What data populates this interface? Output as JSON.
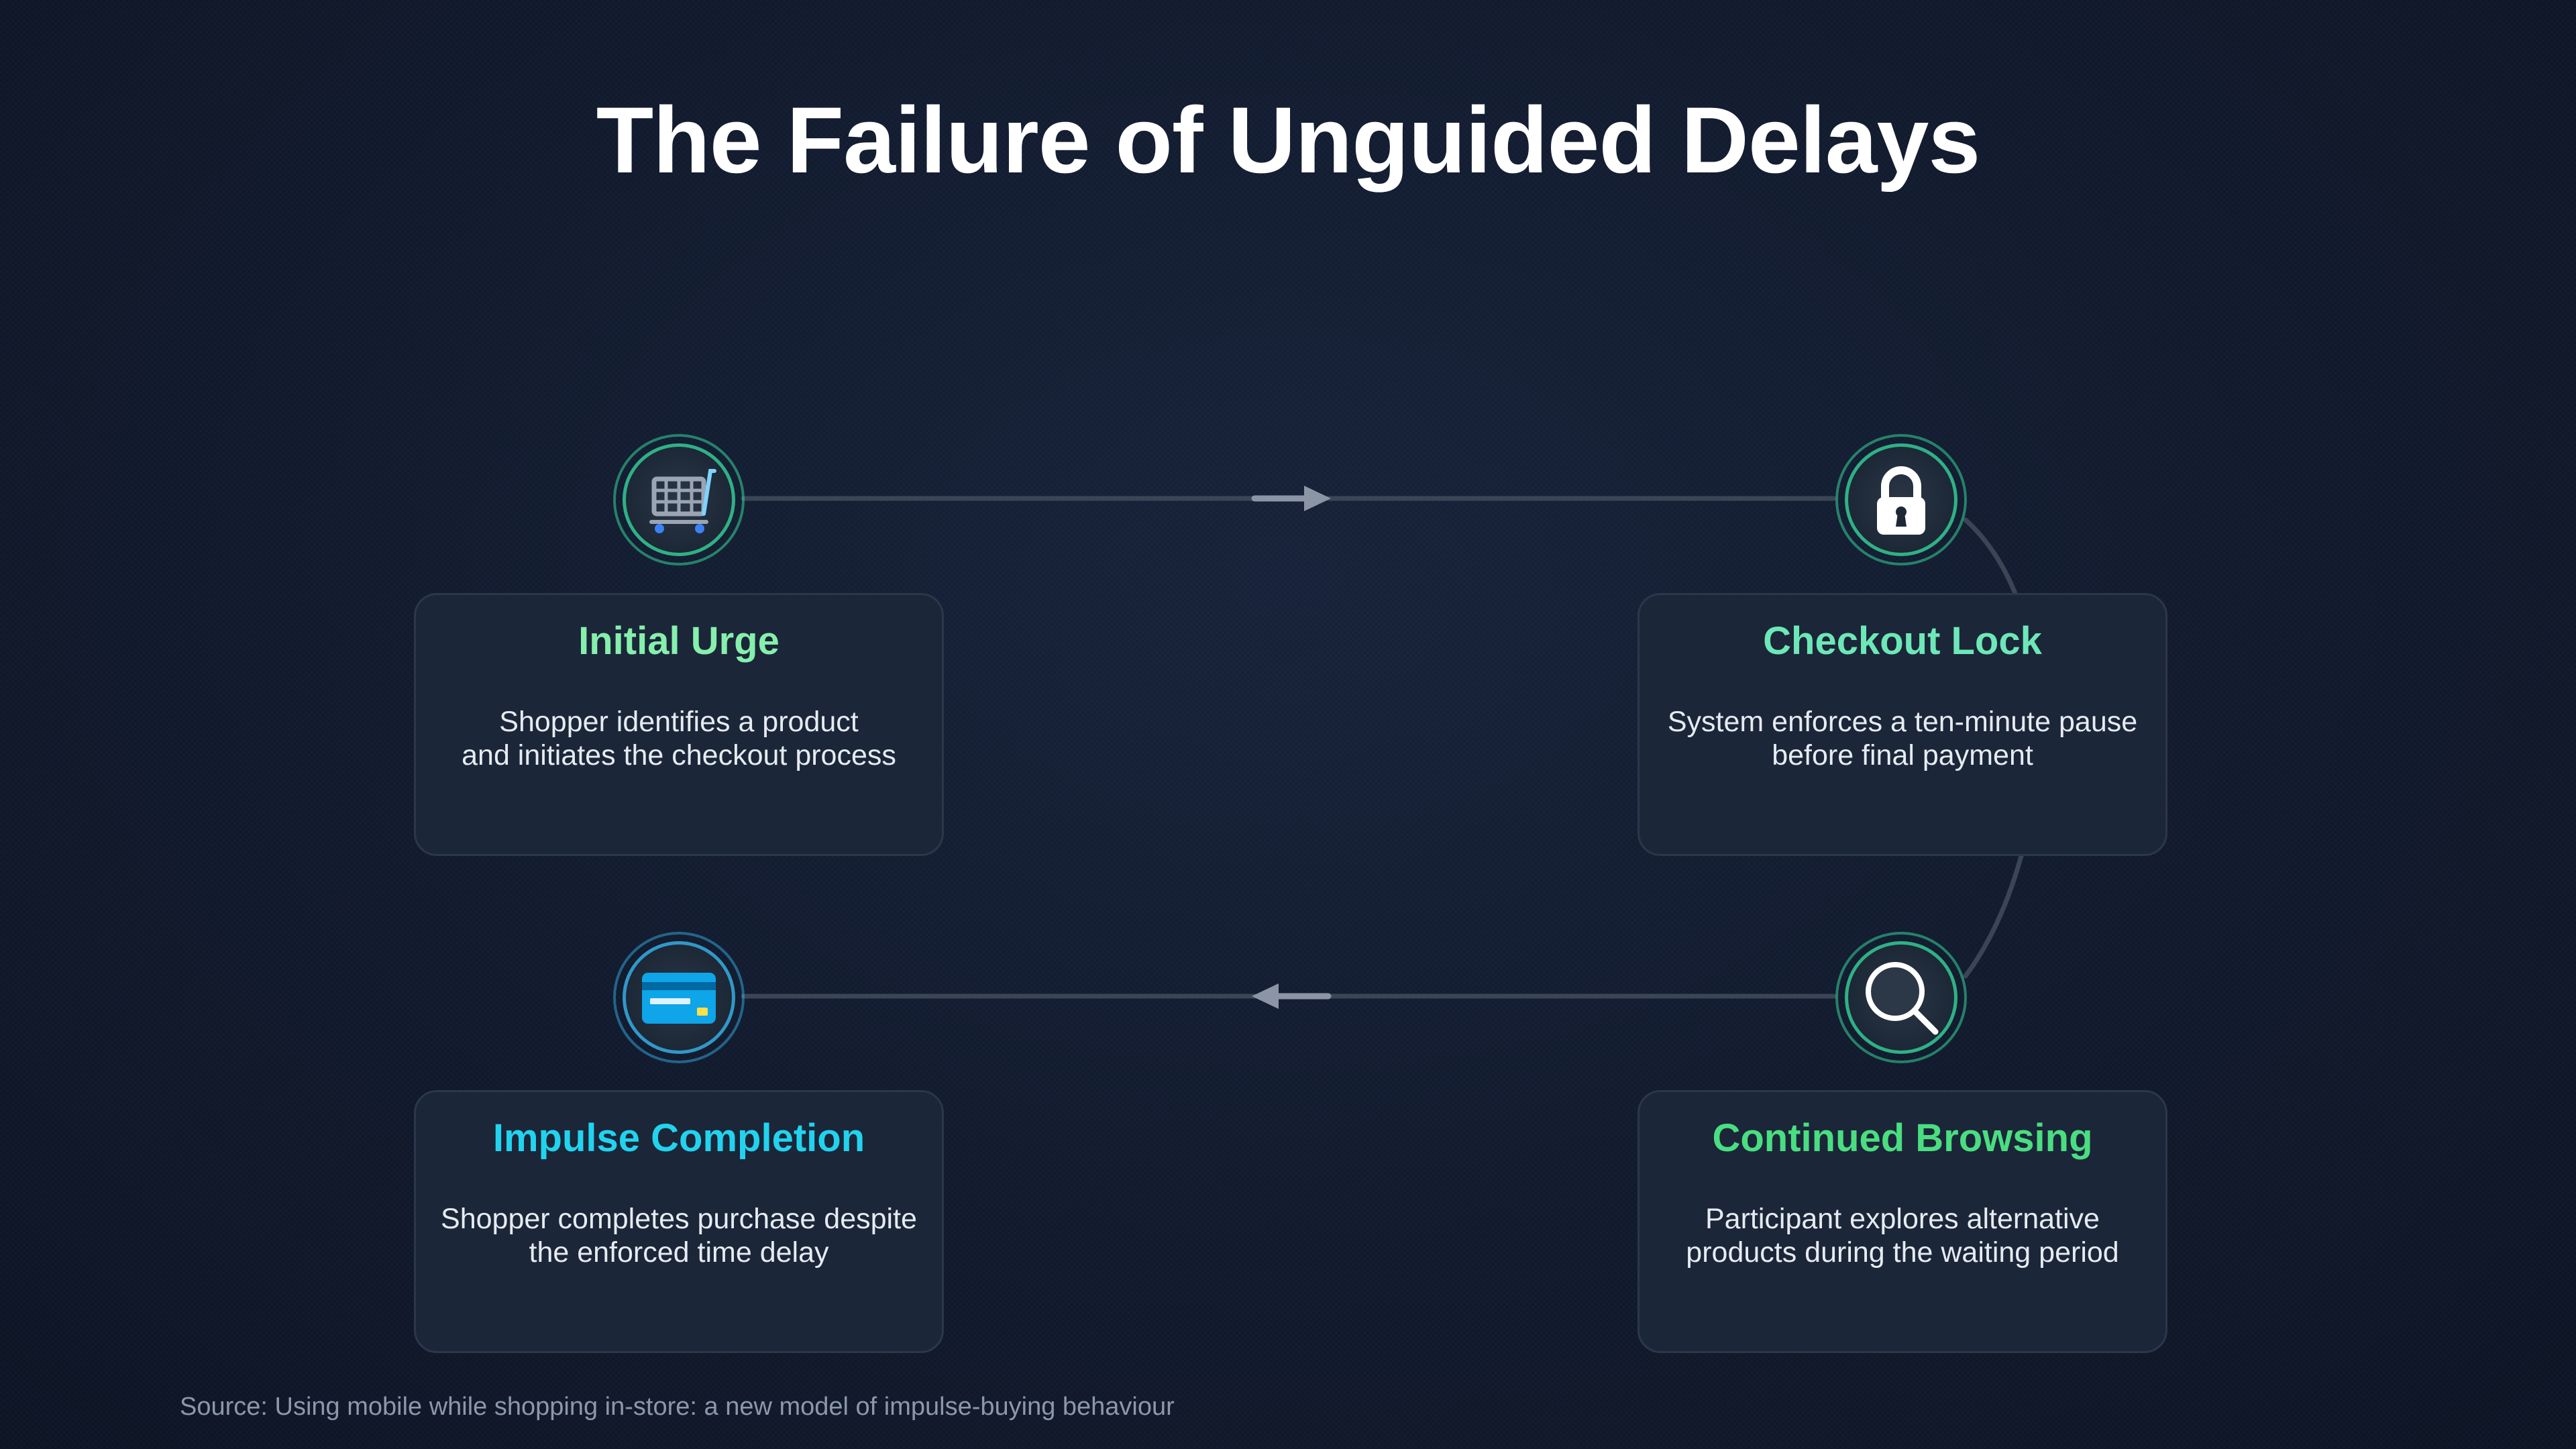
{
  "title": "The Failure of Unguided Delays",
  "colors": {
    "green": "#86efac",
    "green_strong": "#4ade80",
    "cyan": "#22d3ee",
    "connector": "#3a4556",
    "arrow": "#8b95a5"
  },
  "steps": [
    {
      "title": "Initial Urge",
      "description_lines": [
        "Shopper identifies a product",
        "and initiates the checkout process"
      ],
      "icon": "shopping-cart-icon"
    },
    {
      "title": "Checkout Lock",
      "description_lines": [
        "System enforces a ten-minute pause",
        "before final payment"
      ],
      "icon": "padlock-icon"
    },
    {
      "title": "Continued Browsing",
      "description_lines": [
        "Participant explores alternative",
        "products during the waiting period"
      ],
      "icon": "magnifying-glass-icon"
    },
    {
      "title": "Impulse Completion",
      "description_lines": [
        "Shopper completes purchase despite",
        "the enforced time delay"
      ],
      "icon": "credit-card-icon"
    }
  ],
  "source": "Source: Using mobile while shopping in-store: a new model of impulse-buying behaviour"
}
